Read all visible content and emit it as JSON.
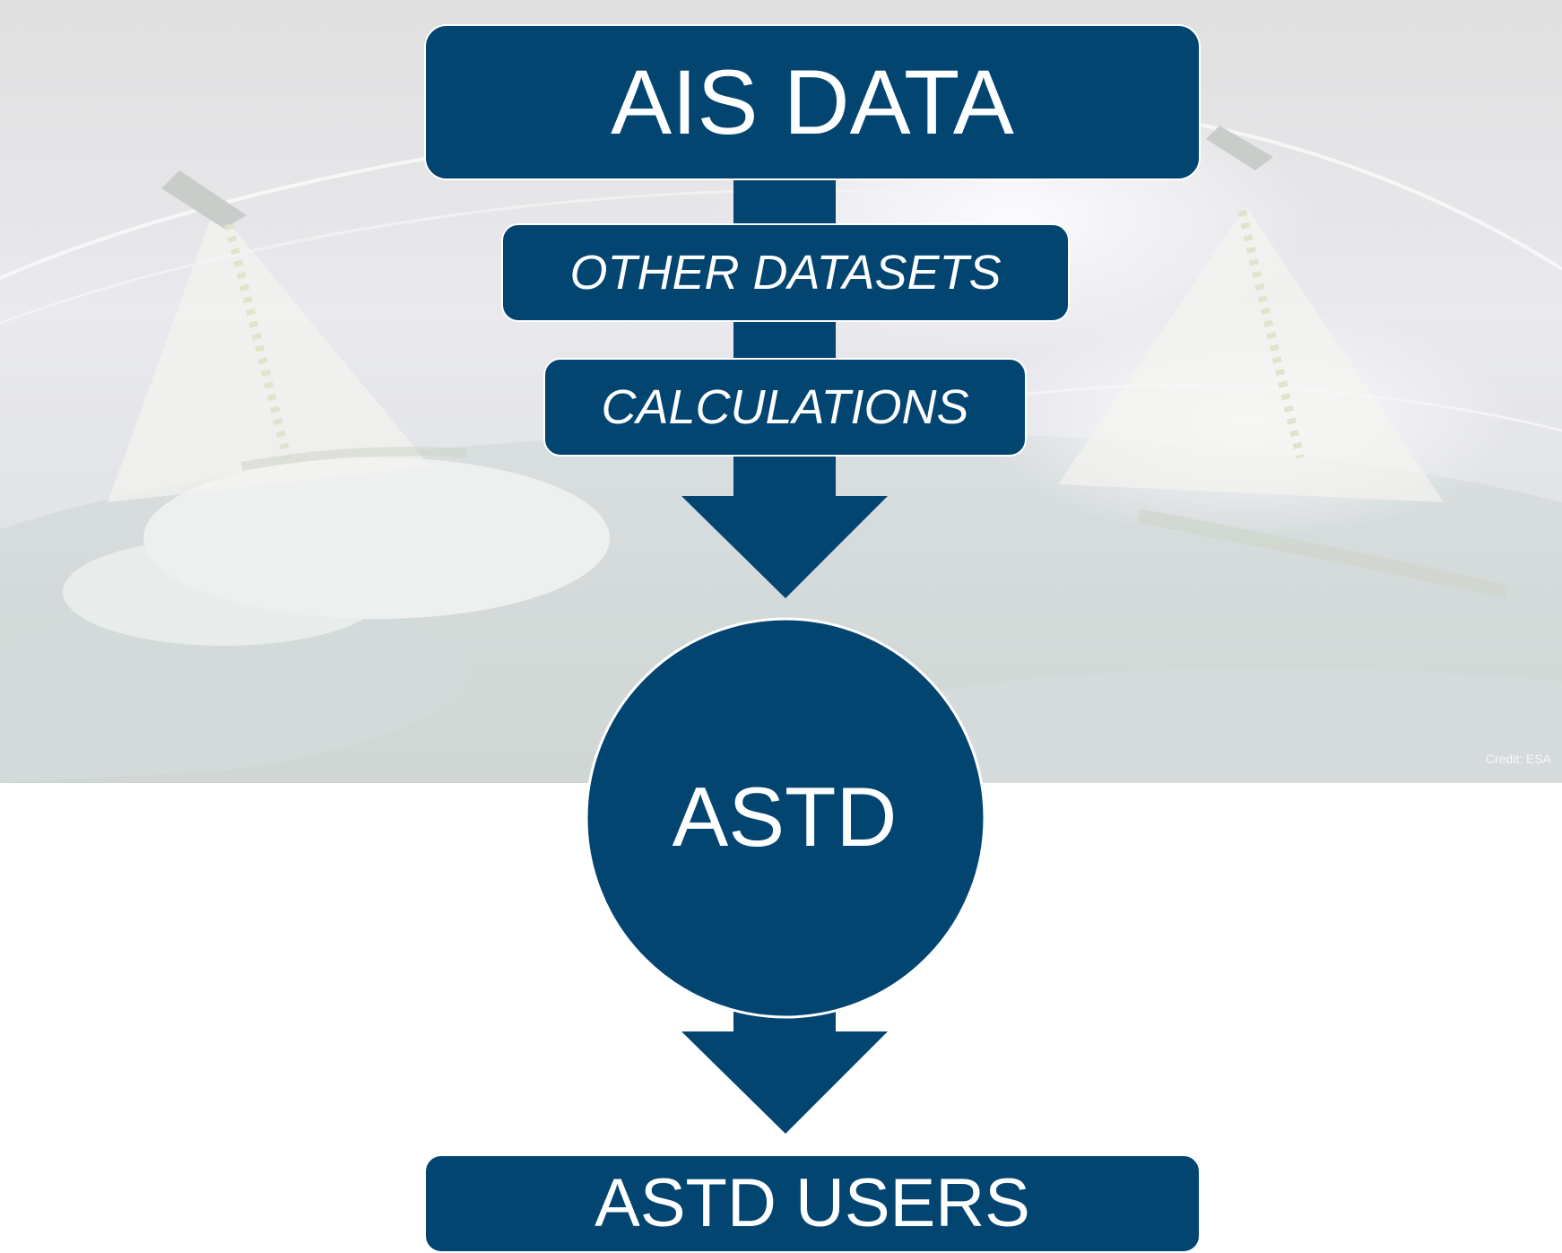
{
  "diagram": {
    "top_box": {
      "label": "AIS DATA"
    },
    "inputs": [
      {
        "label": "OTHER DATASETS"
      },
      {
        "label": "CALCULATIONS"
      }
    ],
    "center_node": {
      "label": "ASTD"
    },
    "bottom_box": {
      "label": "ASTD USERS"
    }
  },
  "background": {
    "credit": "Credit: ESA"
  },
  "colors": {
    "shape_fill": "#034571",
    "label_text": "#ffffff",
    "page_background": "#ffffff"
  }
}
